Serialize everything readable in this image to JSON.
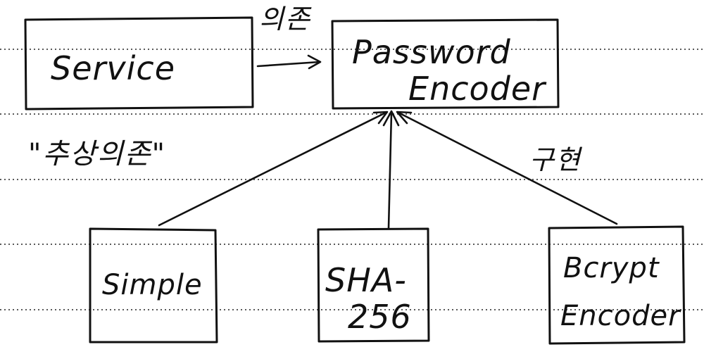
{
  "nodes": {
    "service": {
      "label": "Service"
    },
    "password_encoder": {
      "line1": "Password",
      "line2": "Encoder"
    },
    "simple": {
      "label": "Simple"
    },
    "sha256": {
      "line1": "SHA-",
      "line2": "256"
    },
    "bcrypt": {
      "line1": "Bcrypt",
      "line2": "Encoder"
    }
  },
  "annotations": {
    "dependency": "의존",
    "abstract_dependency": "\"추상의존\"",
    "implementation": "구현"
  },
  "colors": {
    "ink": "#111111",
    "rule_line": "#5a5a5a",
    "paper": "#ffffff"
  }
}
